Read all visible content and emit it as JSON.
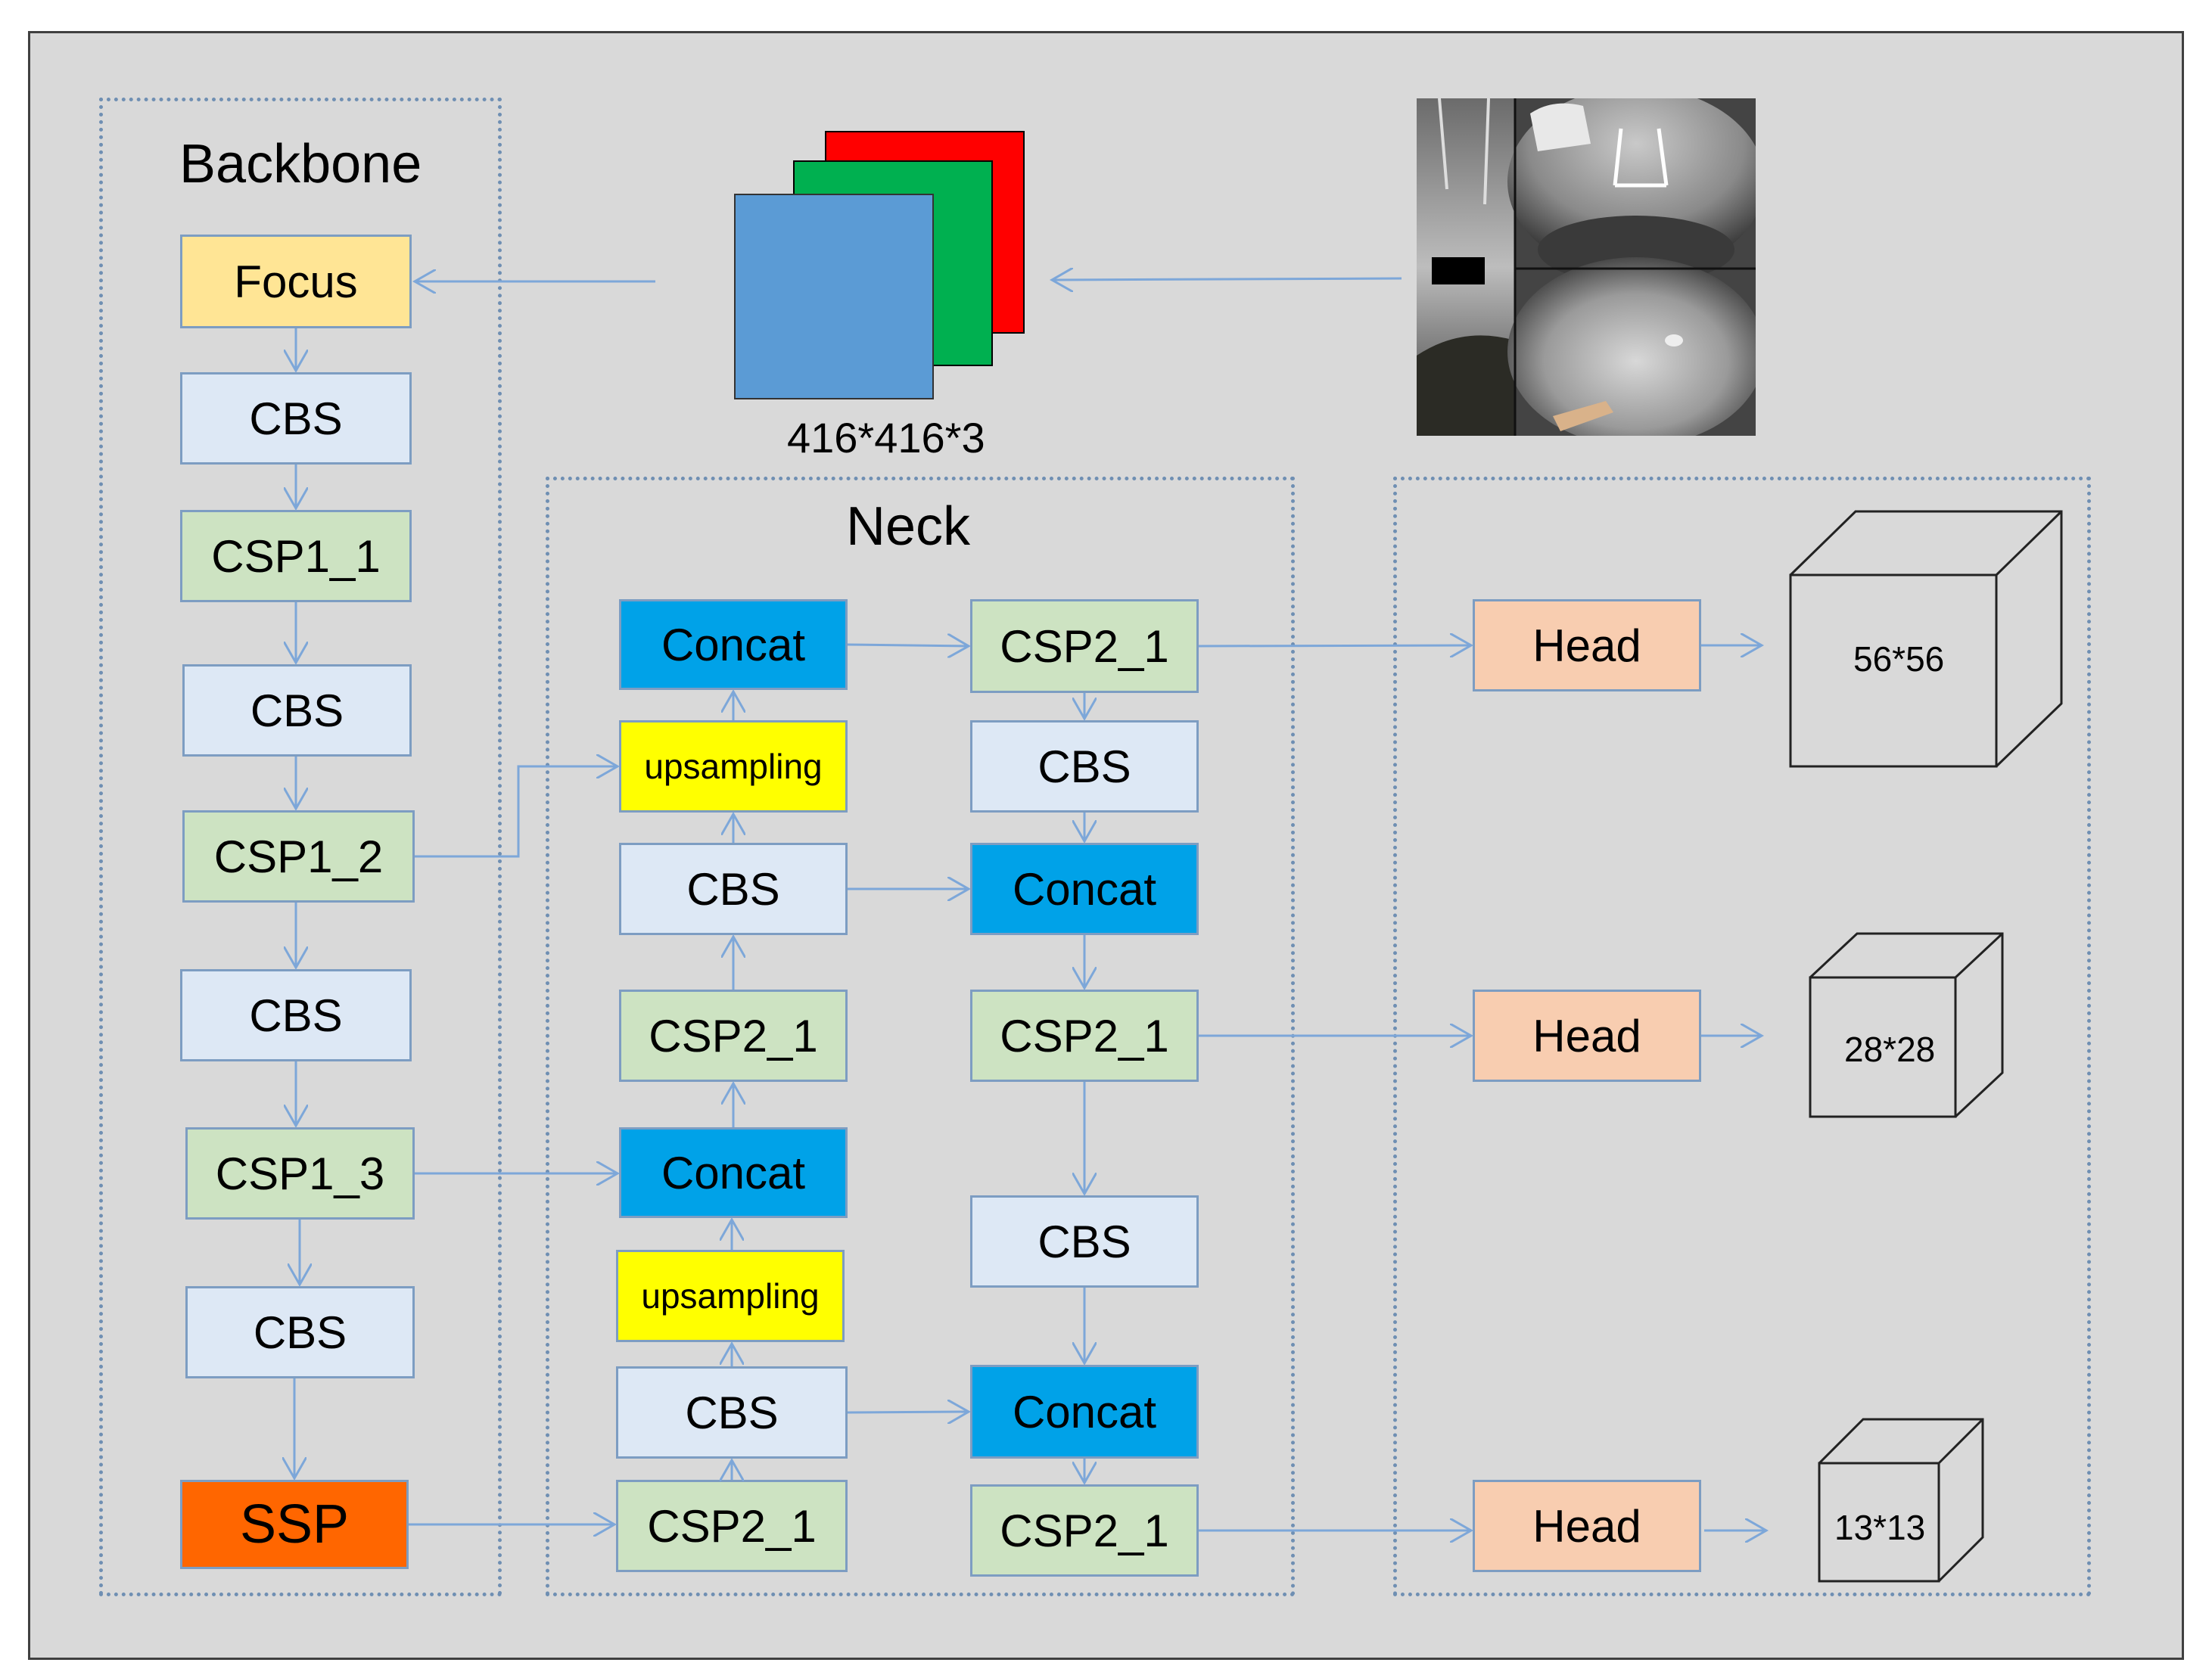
{
  "backbone": {
    "title": "Backbone",
    "focus": "Focus",
    "cbs1": "CBS",
    "csp1_1": "CSP1_1",
    "cbs2": "CBS",
    "csp1_2": "CSP1_2",
    "cbs3": "CBS",
    "csp1_3": "CSP1_3",
    "cbs4": "CBS",
    "ssp": "SSP"
  },
  "input": {
    "size_label": "416*416*3",
    "channel_colors": [
      "#ff0000",
      "#00b050",
      "#5b9bd5"
    ]
  },
  "neck": {
    "title": "Neck",
    "left_column": {
      "concat_top": "Concat",
      "upsampling_top": "upsampling",
      "cbs_top": "CBS",
      "csp2_mid": "CSP2_1",
      "concat_mid": "Concat",
      "upsampling_bottom": "upsampling",
      "cbs_bottom": "CBS",
      "csp2_bottom": "CSP2_1"
    },
    "right_column": {
      "csp2_top": "CSP2_1",
      "cbs_top": "CBS",
      "concat_mid": "Concat",
      "csp2_mid": "CSP2_1",
      "cbs_bottom": "CBS",
      "concat_bottom": "Concat",
      "csp2_bottom": "CSP2_1"
    }
  },
  "heads": [
    {
      "label": "Head",
      "output": "56*56"
    },
    {
      "label": "Head",
      "output": "28*28"
    },
    {
      "label": "Head",
      "output": "13*13"
    }
  ],
  "colors": {
    "background": "#d9d9d9",
    "arrow": "#7da7d9",
    "cbs": "#dde8f5",
    "csp": "#cde3c2",
    "focus": "#ffe595",
    "concat": "#00a2e8",
    "upsampling": "#ffff00",
    "head": "#f8cdb0",
    "ssp": "#ff6600"
  }
}
